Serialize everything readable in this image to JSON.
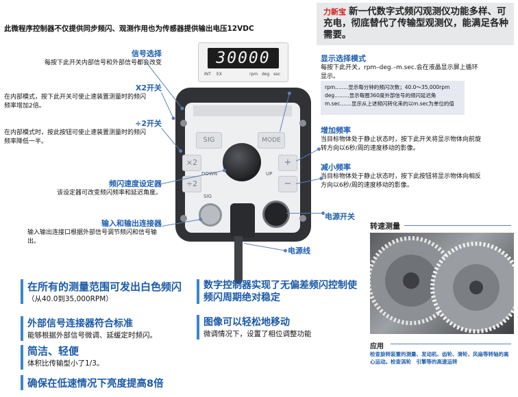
{
  "header": {
    "left_text": "此微程序控制器不仅提供同步频闪、观测作用也为传感器提供输出电压12VDC",
    "brand": "力新宝",
    "headline": "新一代数字式频闪观测仪功能多样、可充电，彻底替代了传输型观测仪，能满足各种需要。"
  },
  "display": {
    "value": "30000",
    "labels": [
      "INT",
      "EX",
      "rpm",
      "deg",
      "sec"
    ]
  },
  "device": {
    "buttons": {
      "sig": "SIG",
      "mode": "MODE",
      "x2": "×2",
      "div2": "÷2",
      "plus": "+",
      "minus": "−"
    },
    "knob_left": "DOWN",
    "knob_right": "UP",
    "connector_label": "SIG"
  },
  "left_callouts": [
    {
      "title": "信号选择",
      "desc": "每按下此开关内部信号和外部信号都会改变"
    },
    {
      "title": "X2开关",
      "desc": "在内部模式，按下此开关可使止速装置测量时的频闪频率增加2倍。"
    },
    {
      "title": "÷2开关",
      "desc": "在内部模式时，按此按钮可使止速装置测量时的频闪频率降低一半。"
    },
    {
      "title": "频闪速度设定器",
      "desc": "该设定器可改变频闪频率和延迟角度。"
    },
    {
      "title": "输入和输出连接器",
      "desc": "输入输出连接口根据外部信号调节频闪和信号输出。"
    }
  ],
  "right_callouts": {
    "mode_title": "显示选择模式",
    "mode_desc": "每按下此开关，rpm–deg.–m.sec.会在液晶显示屏上循环显示。",
    "mode_box": [
      "rpm........显示每分钟的频闪次数；40.0～35,000rpm",
      "deg.........显示每圈360度外部信号的频闪延迟角",
      "m.sec.......显示从上述频闪转化来的以m.sec为单位的值"
    ],
    "inc_title": "增加频率",
    "inc_desc": "当目标物体处于静止状态时，按下此开关将显示物体向前旋转方向以6秒/周的速度移动的影像。",
    "dec_title": "减小频率",
    "dec_desc": "当目标物体处于静止状态时，按下此按钮将显示物体向相反方向以6秒/周的速度移动的影像。",
    "power_switch": "电源开关",
    "power_cord": "电源线"
  },
  "photo": {
    "title": "转速测量",
    "app_title": "应用",
    "app_desc": "检查旋转装置的测量、发动机、齿轮、滑轮，风扇等转轴的离心运动。检查涡轮　引擎等的高速运转"
  },
  "features": [
    {
      "title": "在所有的测量范围可发出白色频闪",
      "sub": "（从40.0到35,000RPM）"
    },
    {
      "title": "数字控制器实现了无偏差频闪控制使频闪周期绝对稳定",
      "sub": ""
    },
    {
      "title": "外部信号连接器符合标准",
      "sub": "能够根据外部信号微调、延缓定时频闪。"
    },
    {
      "title": "图像可以轻松地移动",
      "sub": "微调情况下，设置了相位调整功能"
    },
    {
      "title": "简洁、轻便",
      "sub": "体积比传输型小了1/3。"
    },
    {
      "title": "确保在低速情况下亮度提高8倍",
      "sub": ""
    }
  ]
}
